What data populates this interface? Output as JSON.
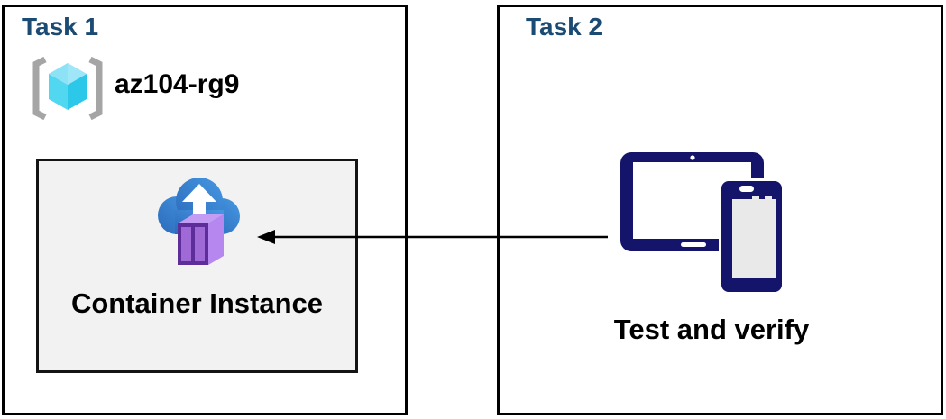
{
  "task1": {
    "title": "Task 1",
    "resource_group_name": "az104-rg9",
    "container_instance_label": "Container Instance"
  },
  "task2": {
    "title": "Task 2",
    "action_label": "Test and verify"
  },
  "icons": {
    "resource_group": "azure-resource-group-icon",
    "container_instance": "azure-container-instances-icon",
    "devices": "tablet-and-phone-devices-icon",
    "connector": "left-arrow-connector"
  },
  "colors": {
    "title_text": "#1B4A73",
    "body_text": "#000000",
    "panel_border": "#000000",
    "inner_box_bg": "#F2F2F2",
    "device_navy": "#14146B",
    "device_screen_gray": "#E9E9E9",
    "cloud_blue_dark": "#2B6ABB",
    "cloud_blue_light": "#4697E2",
    "container_purple_dark": "#5D2E9A",
    "container_purple_mid": "#9F6AD6",
    "container_purple_light": "#BE92F2",
    "cube_cyan_top": "#8DE2F6",
    "cube_cyan_left": "#52D7F1",
    "cube_cyan_right": "#2BC8EA",
    "bracket_gray": "#A5A5A5"
  }
}
